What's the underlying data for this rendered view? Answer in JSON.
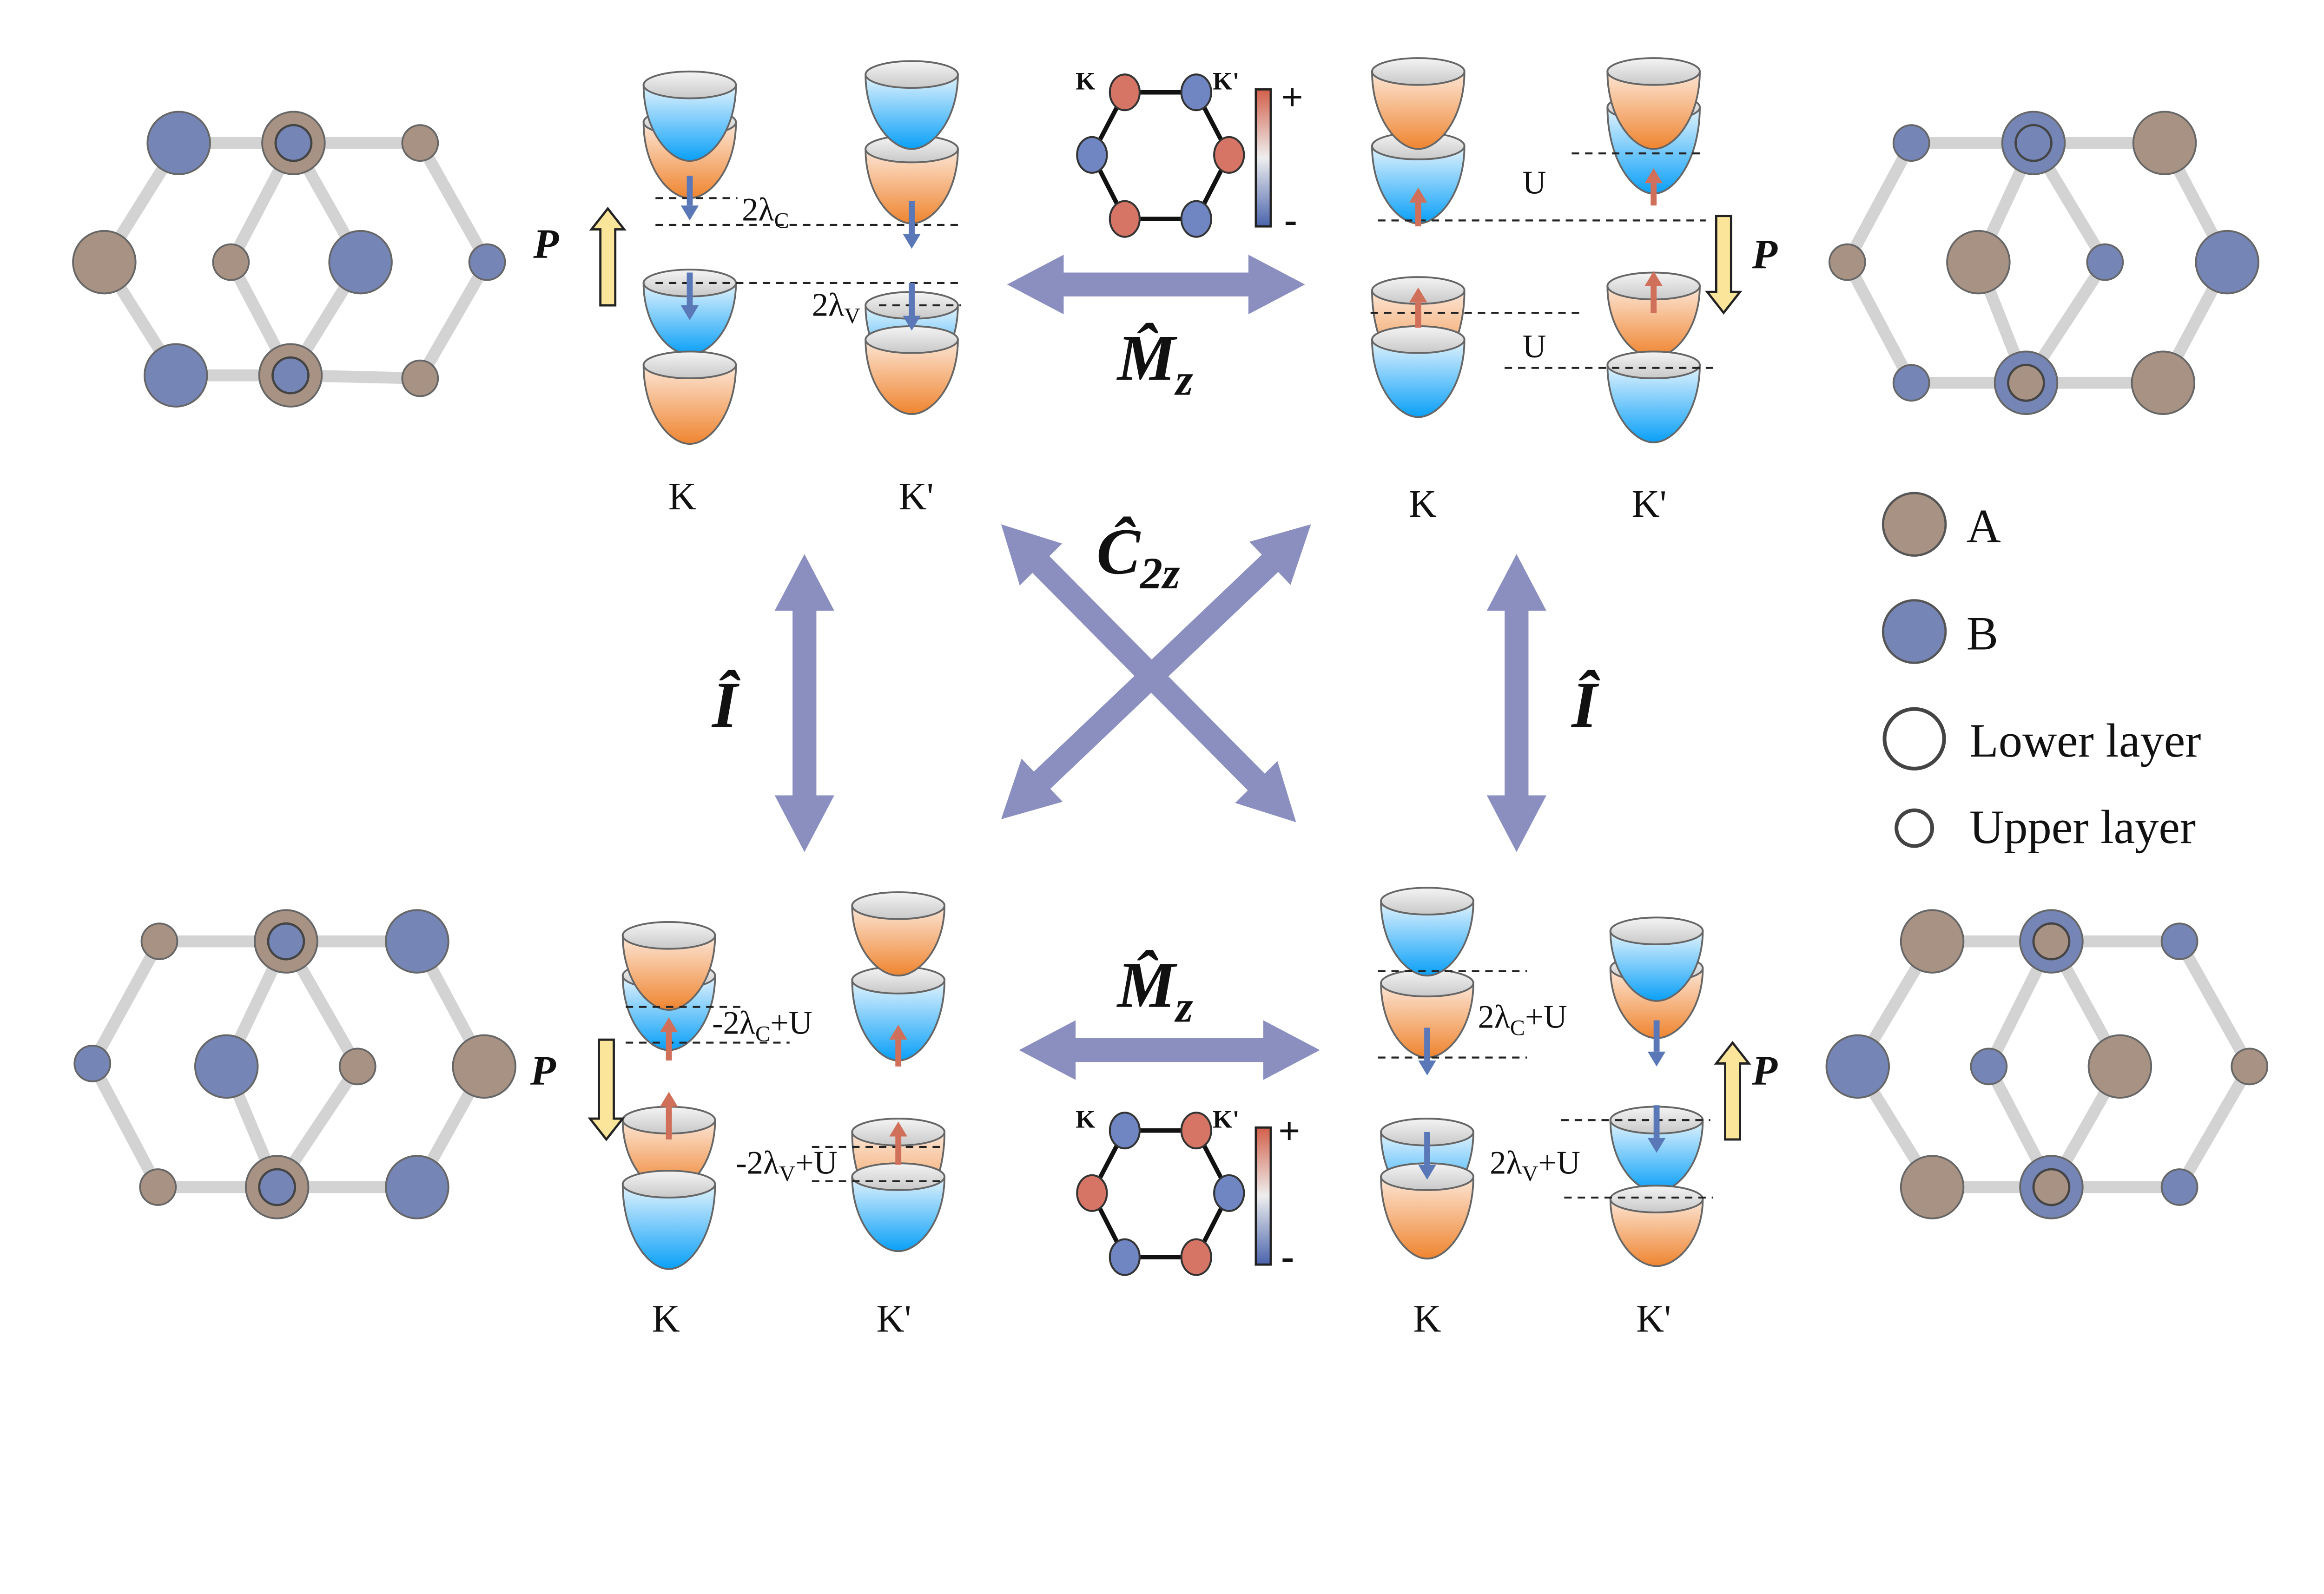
{
  "colors": {
    "site_A": "#a89283",
    "site_B": "#7585b5",
    "operator_arrow": "#8b8fc0",
    "spin_up": "#d0705a",
    "spin_down": "#5a78b8",
    "polarization": "#fbe59a"
  },
  "operators": {
    "mirror": {
      "symbol": "M̂",
      "sub": "z"
    },
    "inversion": "Î",
    "rotation": {
      "symbol": "Ĉ",
      "sub": "2z"
    }
  },
  "polarization_label": "P",
  "valleys": {
    "k": "K",
    "kp": "K'"
  },
  "energy_labels": {
    "top_left": [
      {
        "main": "2λ",
        "sub": "C",
        "tail": ""
      },
      {
        "main": "2λ",
        "sub": "V",
        "tail": ""
      }
    ],
    "top_right": [
      "U",
      "U"
    ],
    "bottom_left": [
      {
        "main": "-2λ",
        "sub": "C",
        "tail": "+U"
      },
      {
        "main": "-2λ",
        "sub": "V",
        "tail": "+U"
      }
    ],
    "bottom_right": [
      {
        "main": "2λ",
        "sub": "C",
        "tail": "+U"
      },
      {
        "main": "2λ",
        "sub": "V",
        "tail": "+U"
      }
    ]
  },
  "berry_colorbar": {
    "plus": "+",
    "minus": "-"
  },
  "legend": [
    {
      "label": "A"
    },
    {
      "label": "B"
    },
    {
      "label": "Lower layer"
    },
    {
      "label": "Upper layer"
    }
  ]
}
